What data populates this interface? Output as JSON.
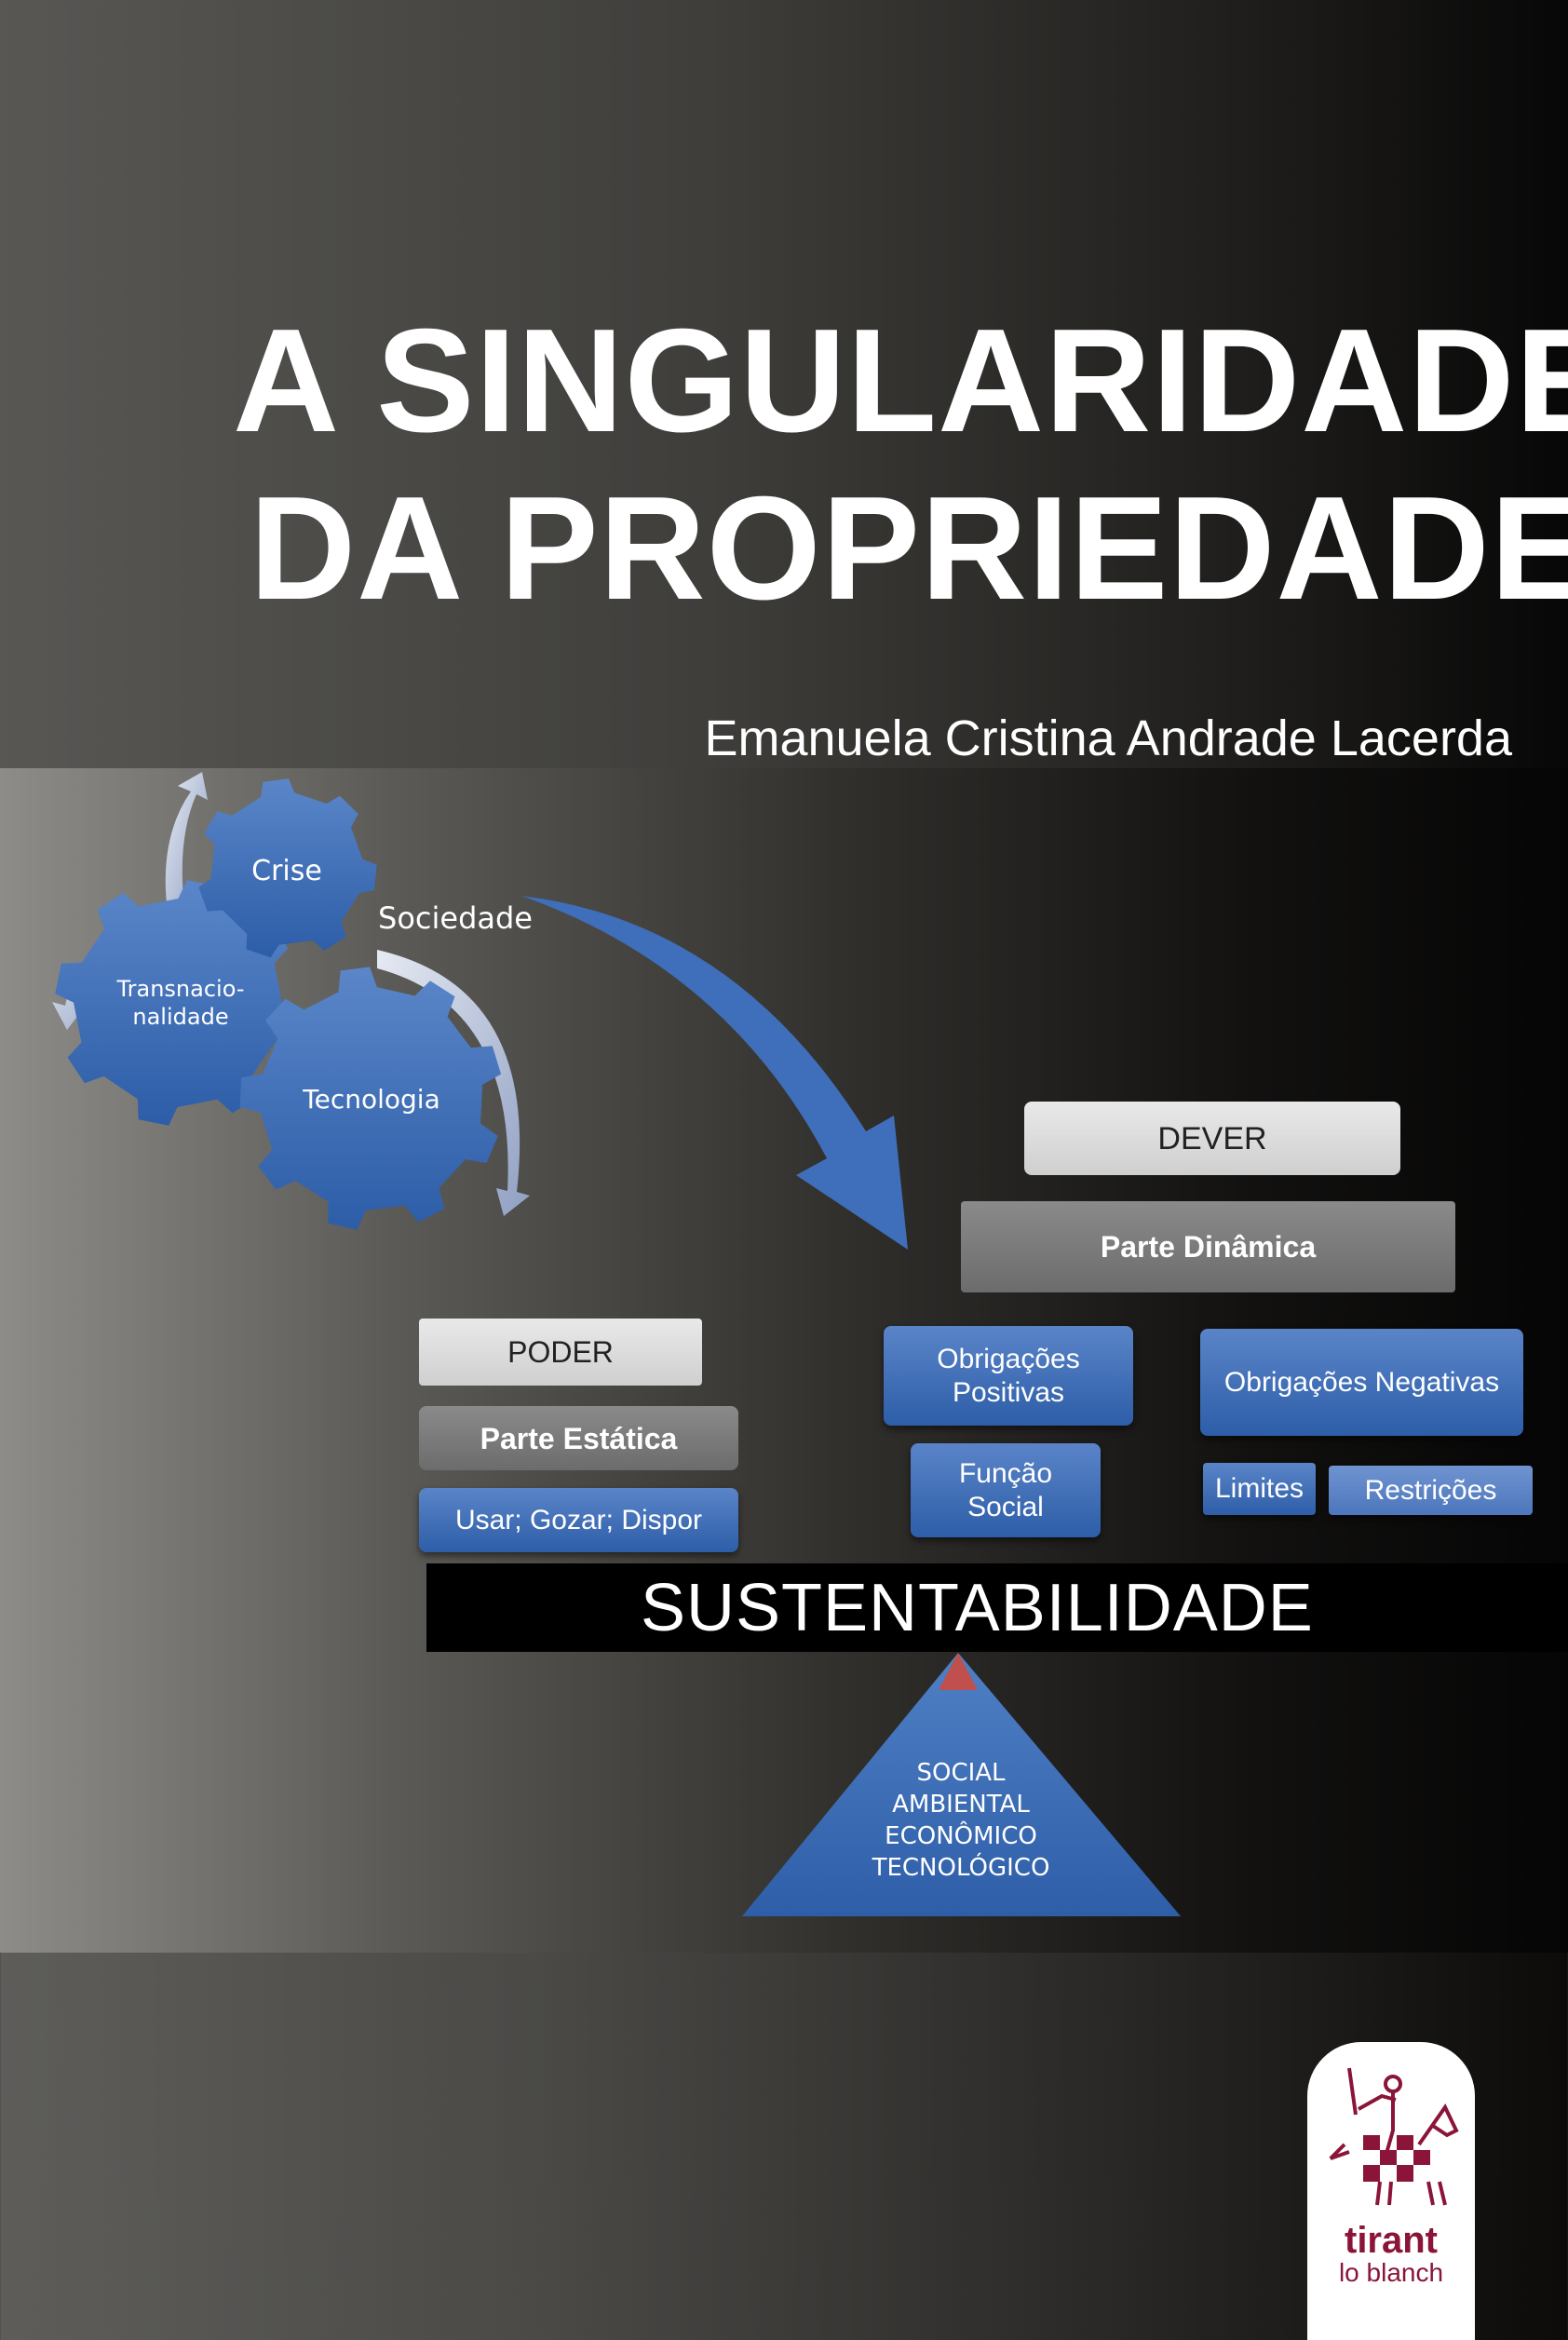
{
  "cover": {
    "title_line1": "A SINGULARIDADE",
    "title_line2": "DA PROPRIEDADE",
    "author": "Emanuela Cristina Andrade Lacerda"
  },
  "gears": {
    "crise": "Crise",
    "transnacionalidade_1": "Transnacio-",
    "transnacionalidade_2": "nalidade",
    "tecnologia": "Tecnologia",
    "sociedade": "Sociedade"
  },
  "dever": {
    "label": "DEVER",
    "part": "Parte Dinâmica",
    "positivas_1": "Obrigações",
    "positivas_2": "Positivas",
    "negativas": "Obrigações Negativas",
    "funcao_1": "Função",
    "funcao_2": "Social",
    "limites": "Limites",
    "restricoes": "Restrições"
  },
  "poder": {
    "label": "PODER",
    "part": "Parte Estática",
    "rights": "Usar; Gozar; Dispor"
  },
  "sustentabilidade": {
    "label": "SUSTENTABILIDADE",
    "pillars": [
      "SOCIAL",
      "AMBIENTAL",
      "ECONÔMICO",
      "TECNOLÓGICO"
    ]
  },
  "publisher": {
    "line1": "tirant",
    "line2": "lo blanch"
  },
  "colors": {
    "blue": "#3a6bb5",
    "logo": "#8a1538",
    "tip": "#c0504d"
  }
}
